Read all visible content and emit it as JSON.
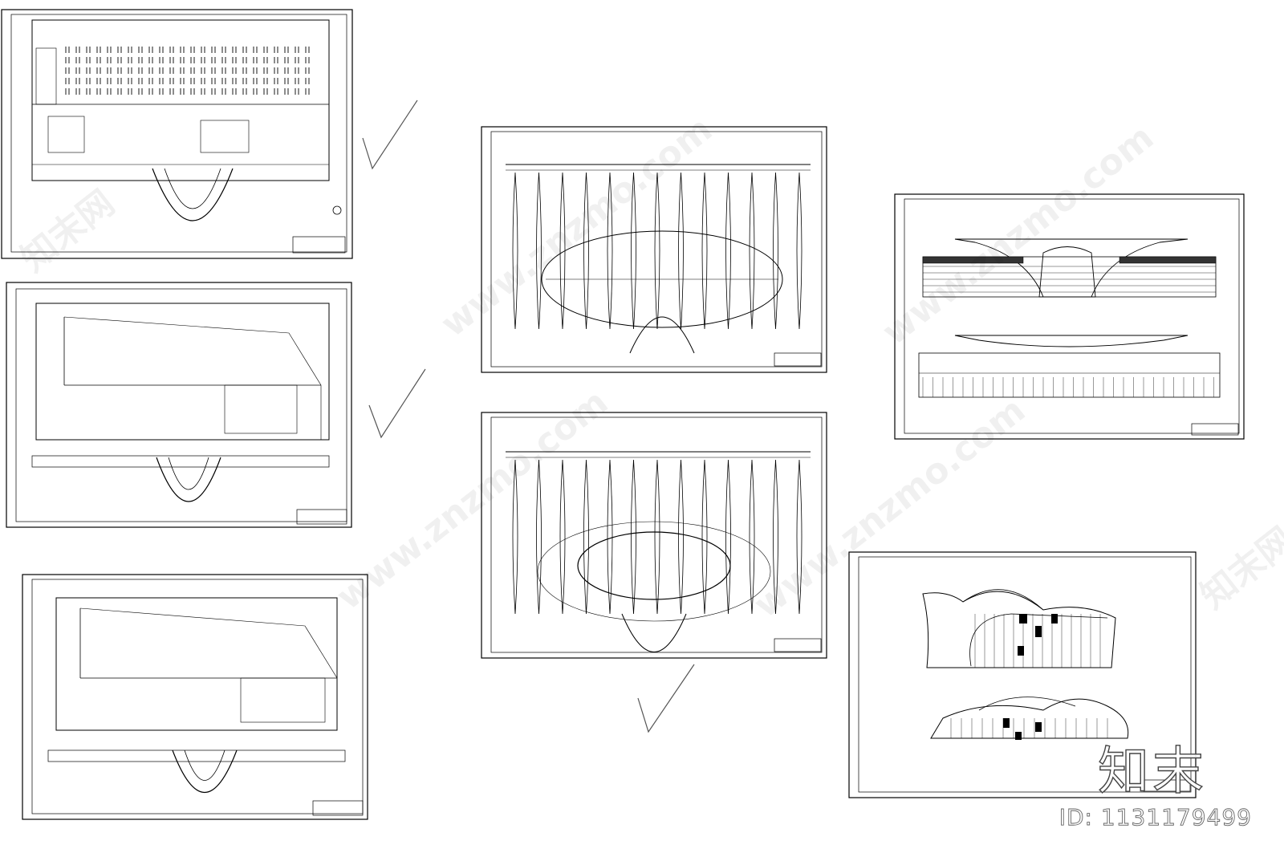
{
  "watermark": {
    "url_text": "www.znzmo.com",
    "site_name": "知末网"
  },
  "brand": {
    "logo_text": "知末",
    "id_label": "ID: 1131179499"
  },
  "colors": {
    "line": "#000000",
    "background": "#ffffff",
    "watermark": "#e6e6e6"
  },
  "icons": [
    "check-mark-icon",
    "north-arrow-icon"
  ]
}
